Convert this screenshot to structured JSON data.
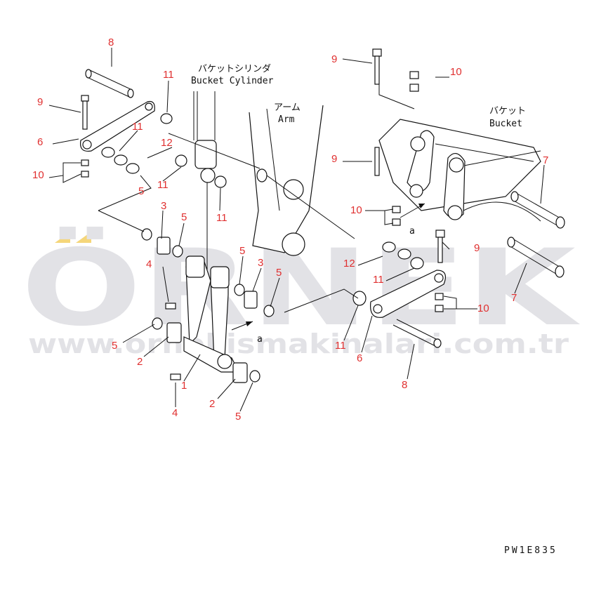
{
  "watermark": {
    "big": "ÖRNEK",
    "url": "www.ornekismakinalari.com.tr",
    "accent": "#f5d67a",
    "color": "#e2e2e6"
  },
  "labels": {
    "bucket_cylinder_jp": "バケットシリンダ",
    "bucket_cylinder_en": "Bucket Cylinder",
    "arm_jp": "アーム",
    "arm_en": "Arm",
    "bucket_jp": "バケット",
    "bucket_en": "Bucket",
    "view_a_1": "a",
    "view_a_2": "a",
    "drawing_code": "PW1E835"
  },
  "callouts": [
    "8",
    "9",
    "11",
    "11",
    "6",
    "12",
    "10",
    "11",
    "5",
    "3",
    "5",
    "11",
    "4",
    "5",
    "3",
    "5",
    "5",
    "2",
    "1",
    "4",
    "2",
    "5",
    "9",
    "10",
    "9",
    "10",
    "7",
    "12",
    "11",
    "9",
    "7",
    "10",
    "11",
    "6",
    "8"
  ],
  "callout_color": "#e03030"
}
